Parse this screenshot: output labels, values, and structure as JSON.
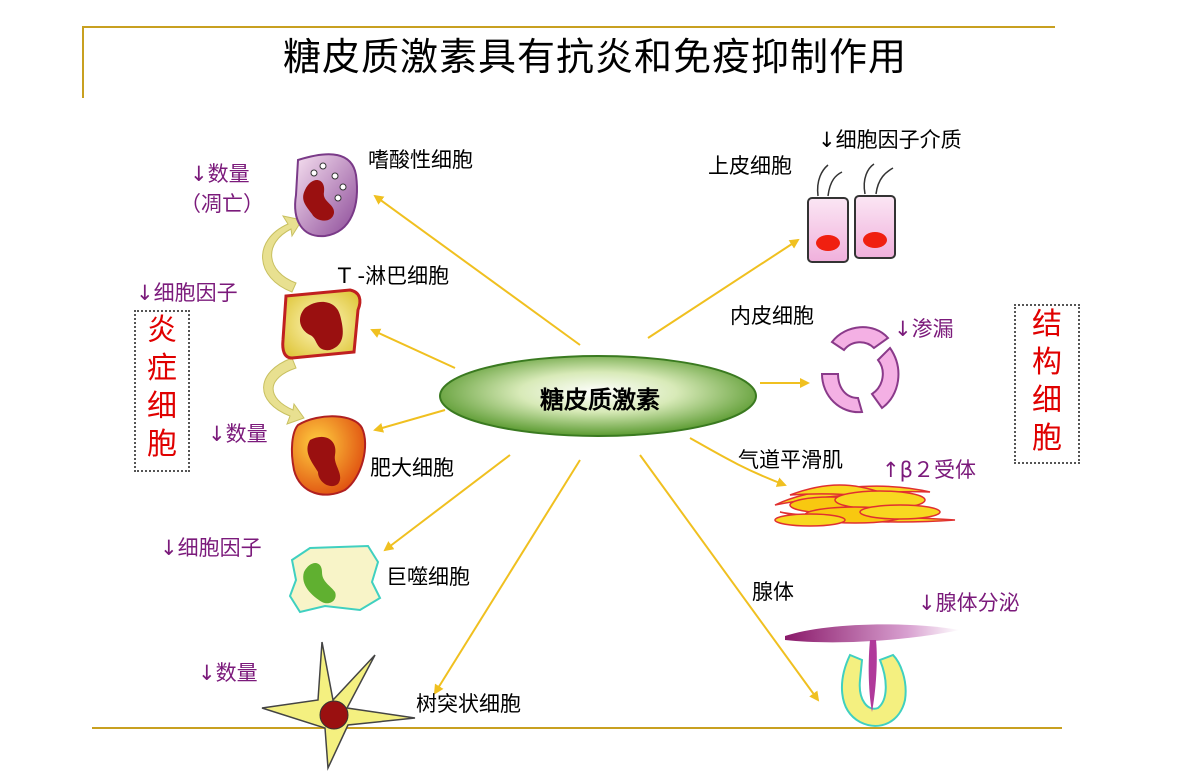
{
  "title": "糖皮质激素具有抗炎和免疫抑制作用",
  "center_label": "糖皮质激素",
  "left_group": {
    "label_chars": [
      "炎",
      "症",
      "细",
      "胞"
    ],
    "cells": {
      "eosinophil": {
        "name": "嗜酸性细胞",
        "effect_line1": "↓数量",
        "effect_line2": "（凋亡）"
      },
      "t_lymphocyte": {
        "name": "T -淋巴细胞",
        "effect": "↓细胞因子"
      },
      "mast_cell": {
        "name": "肥大细胞",
        "effect": "↓数量"
      },
      "macrophage": {
        "name": "巨噬细胞",
        "effect": "↓细胞因子"
      },
      "dendritic_cell": {
        "name": "树突状细胞",
        "effect": "↓数量"
      }
    }
  },
  "right_group": {
    "label_chars": [
      "结",
      "构",
      "细",
      "胞"
    ],
    "cells": {
      "epithelial": {
        "name": "上皮细胞",
        "effect": "↓细胞因子介质"
      },
      "endothelial": {
        "name": "内皮细胞",
        "effect": "↓渗漏"
      },
      "airway_smooth_muscle": {
        "name": "气道平滑肌",
        "effect": "↑β２受体"
      },
      "gland": {
        "name": "腺体",
        "effect": "↓腺体分泌"
      }
    }
  },
  "colors": {
    "arrow": "#f0c020",
    "effect_text": "#7b1a7b",
    "group_label": "#e00000",
    "frame": "#c8a020",
    "center_fill": "#7fb040"
  }
}
